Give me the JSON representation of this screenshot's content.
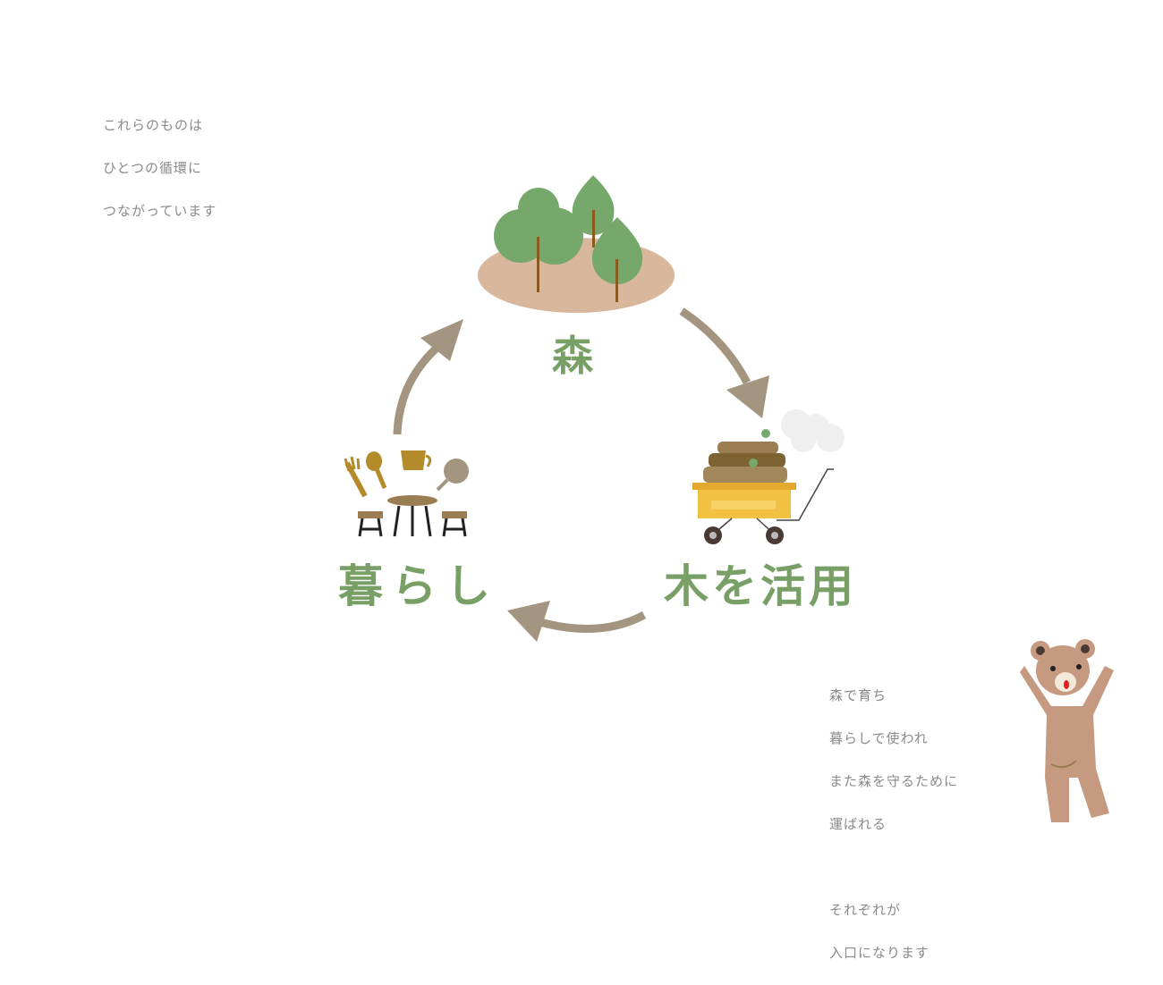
{
  "intro_note": {
    "lines": [
      "これらのものは",
      "ひとつの循環に",
      "つながっています"
    ]
  },
  "cycle": {
    "forest_label": "森",
    "living_label": "暮らし",
    "wood_label": "木を活用"
  },
  "bear_note": {
    "lines": [
      "森で育ち",
      "暮らしで使われ",
      "また森を守るために",
      "運ばれる",
      "",
      "それぞれが",
      "入口になります"
    ]
  },
  "colors": {
    "label_green": "#78a066",
    "arrow": "#a39580",
    "tree": "#76a86c",
    "ground": "#d9b79c",
    "cart": "#eab23c",
    "bear": "#c59a80"
  }
}
